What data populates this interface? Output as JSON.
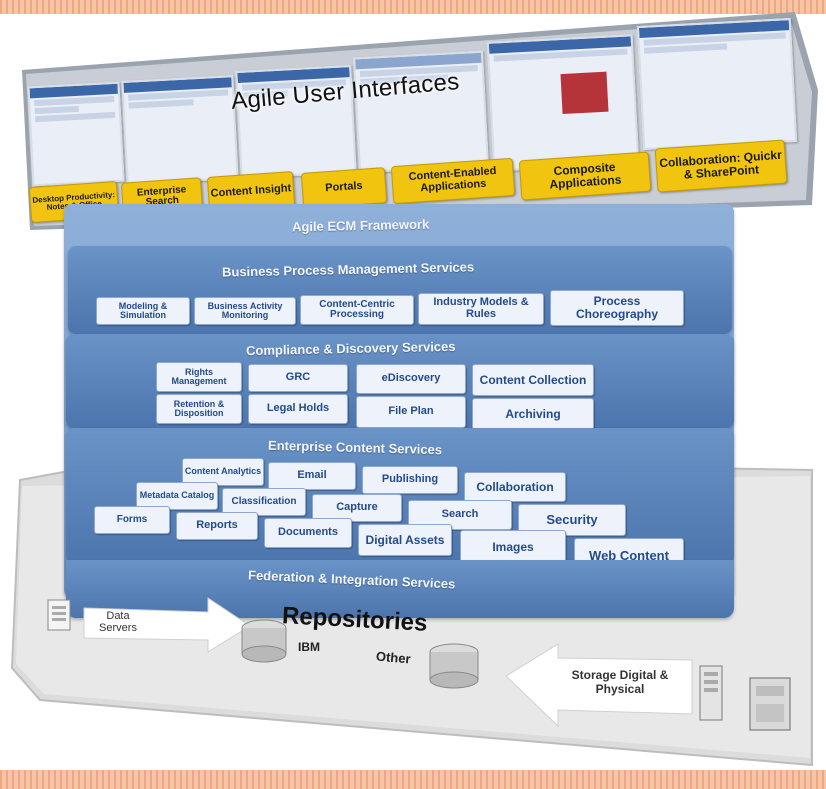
{
  "ui_banner": {
    "title": "Agile User Interfaces",
    "interfaces": [
      "Desktop Productivity: Notes & Office",
      "Enterprise Search",
      "Content Insight",
      "Portals",
      "Content-Enabled Applications",
      "Composite Applications",
      "Collaboration: Quickr & SharePoint"
    ]
  },
  "framework": {
    "title": "Agile ECM Framework"
  },
  "bpm": {
    "title": "Business Process Management Services",
    "items": [
      "Modeling & Simulation",
      "Business Activity Monitoring",
      "Content-Centric Processing",
      "Industry Models & Rules",
      "Process Choreography"
    ]
  },
  "compliance": {
    "title": "Compliance & Discovery Services",
    "items": [
      "Rights Management",
      "GRC",
      "eDiscovery",
      "Content Collection",
      "Retention & Disposition",
      "Legal Holds",
      "File Plan",
      "Archiving"
    ]
  },
  "enterprise": {
    "title": "Enterprise Content Services",
    "items": [
      "Content Analytics",
      "Email",
      "Publishing",
      "Collaboration",
      "Metadata Catalog",
      "Classification",
      "Capture",
      "Search",
      "Security",
      "Forms",
      "Reports",
      "Documents",
      "Digital Assets",
      "Images",
      "Web Content"
    ]
  },
  "federation": {
    "title": "Federation & Integration Services"
  },
  "repositories": {
    "title": "Repositories",
    "ibm": "IBM",
    "other": "Other",
    "data_servers": "Data Servers",
    "storage": "Storage Digital & Physical"
  },
  "colors": {
    "layer_blue": "#5a83bb",
    "button_yellow": "#f1c40f",
    "box_text": "#234a8b"
  }
}
